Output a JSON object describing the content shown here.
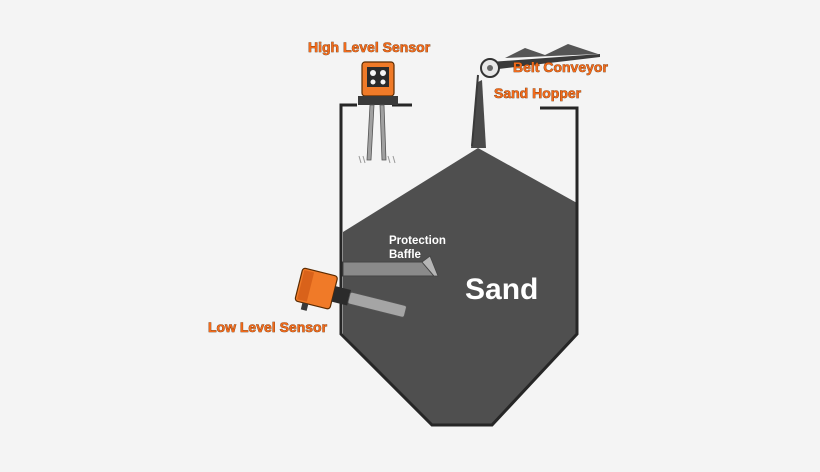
{
  "labels": {
    "high_level_sensor": "High Level Sensor",
    "belt_conveyor": "Belt Conveyor",
    "sand_hopper": "Sand Hopper",
    "protection_line1": "Protection",
    "protection_line2": "Baffle",
    "sand": "Sand",
    "low_level_sensor": "Low Level Sensor"
  },
  "colors": {
    "label_orange": "#f26a1b",
    "sand_fill": "#4f4f4f",
    "hopper_outline": "#262626",
    "sensor_orange": "#f07a28",
    "baffle_gray": "#8a8a8a",
    "probe_gray": "#a5a5a5"
  }
}
